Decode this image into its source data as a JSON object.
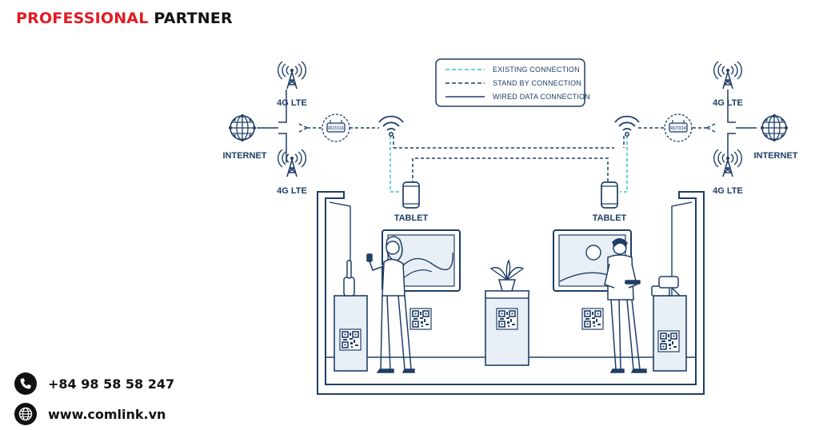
{
  "header": {
    "word1": "PROFESSIONAL",
    "word2": "PARTNER"
  },
  "contacts": {
    "phone": "+84 98 58 58 247",
    "website": "www.comlink.vn"
  },
  "legend": {
    "existing": "EXISTING CONNECTION",
    "standby": "STAND BY CONNECTION",
    "wired": "WIRED DATA CONNECTION"
  },
  "labels": {
    "internet_left": "INTERNET",
    "internet_right": "INTERNET",
    "lte_left_top": "4G LTE",
    "lte_left_bottom": "4G LTE",
    "lte_right_top": "4G LTE",
    "lte_right_bottom": "4G LTE",
    "router_left": "RUTX14",
    "router_right": "RUTX14",
    "tablet_left": "TABLET",
    "tablet_right": "TABLET"
  },
  "colors": {
    "brand_red": "#e21b23",
    "navy": "#1f3e66",
    "existing_connection": "#33c2cc",
    "fill_light": "#e9eff6"
  },
  "icons": [
    "phone-icon",
    "globe-icon",
    "cell-tower-icon",
    "router-icon",
    "wifi-icon",
    "tablet-icon",
    "qr-code-icon"
  ]
}
